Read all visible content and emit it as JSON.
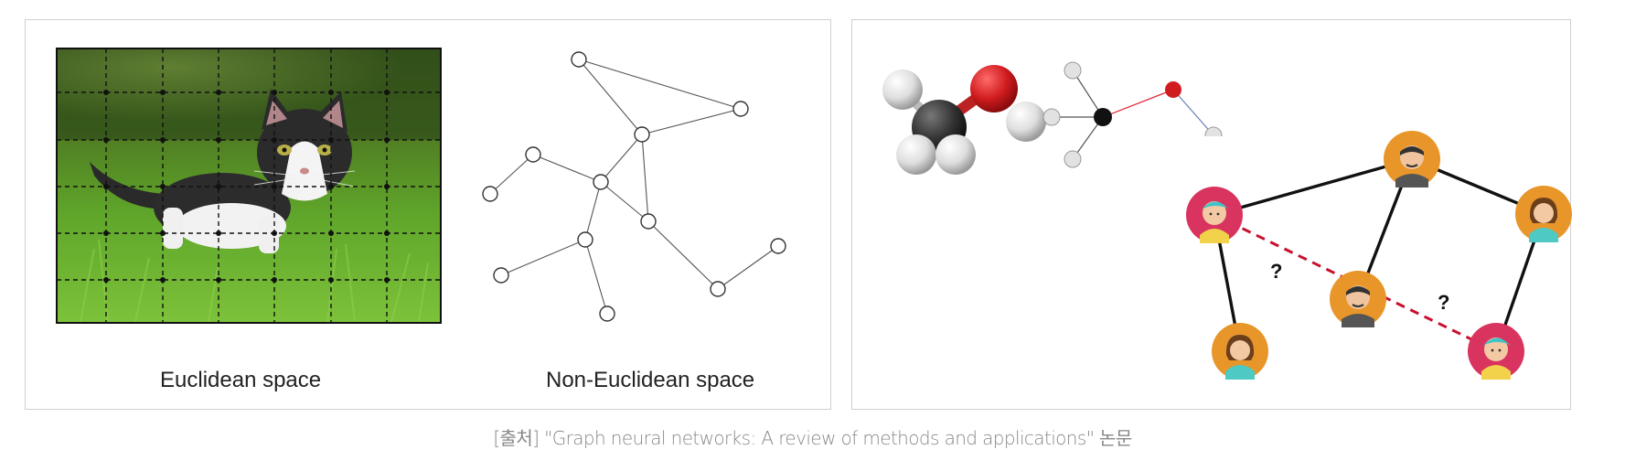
{
  "left_panel": {
    "euclidean_label": "Euclidean space",
    "non_euclidean_label": "Non-Euclidean space"
  },
  "right_panel": {
    "molecule_atoms": [
      "carbon",
      "oxygen",
      "hydrogen"
    ],
    "question_marks": [
      "?",
      "?"
    ]
  },
  "caption": "[출처] \"Graph neural networks: A review of methods and applications\" 논문",
  "colors": {
    "oxygen": "#d01c1f",
    "carbon": "#333333",
    "hydrogen": "#e8e8e8",
    "edge_dashed": "#c8102e",
    "avatar_pink": "#d9345f",
    "avatar_orange": "#e8962a"
  }
}
